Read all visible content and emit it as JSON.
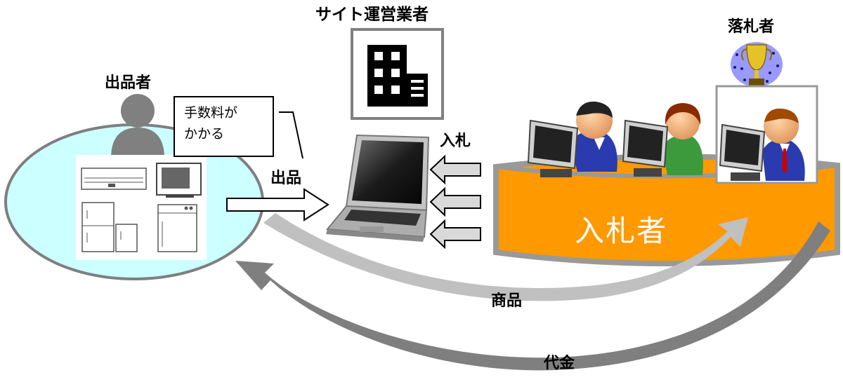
{
  "operator": {
    "label": "サイト運営業者"
  },
  "seller": {
    "label": "出品者"
  },
  "fee_note": {
    "line1": "手数料が",
    "line2": "かかる"
  },
  "listing_label": "出品",
  "bid_label": "入札",
  "winner": {
    "label": "落札者"
  },
  "bidders": {
    "label": "入札者"
  },
  "goods_label": "商品",
  "payment_label": "代金",
  "colors": {
    "seller_ellipse": "#ccffff",
    "bidders_band": "#ff9900",
    "goods_arrow": "#c0c0c0",
    "payment_arrow": "#7f7f7f",
    "person_gray": "#808080"
  }
}
